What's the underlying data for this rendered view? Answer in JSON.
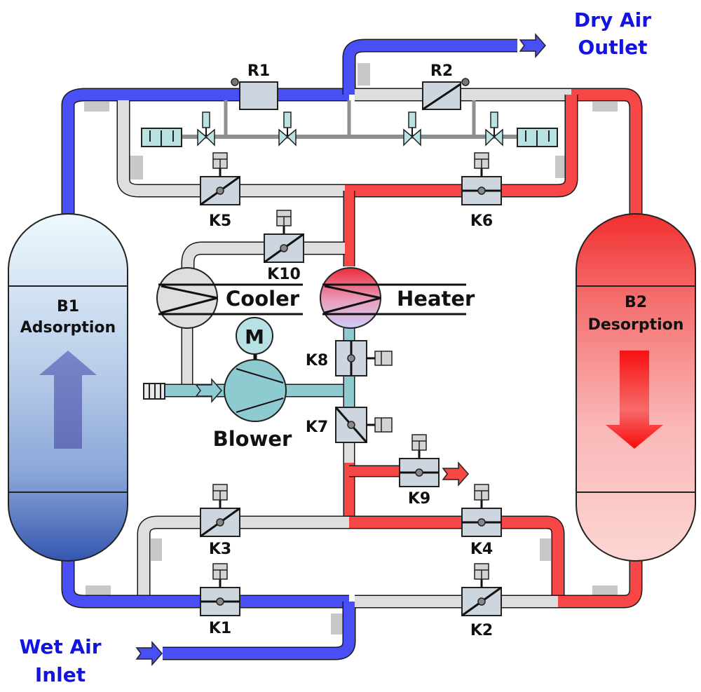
{
  "title": "Twin-tower desiccant air dryer process diagram",
  "io": {
    "outlet": {
      "line1": "Dry Air",
      "line2": "Outlet"
    },
    "inlet": {
      "line1": "Wet Air",
      "line2": "Inlet"
    }
  },
  "vessels": [
    {
      "id": "B1",
      "name": "B1",
      "state": "Adsorption",
      "flow": "up"
    },
    {
      "id": "B2",
      "name": "B2",
      "state": "Desorption",
      "flow": "down"
    }
  ],
  "equipment": {
    "cooler": "Cooler",
    "heater": "Heater",
    "blower": "Blower",
    "motor": "M"
  },
  "regulators": [
    "R1",
    "R2"
  ],
  "valves": [
    {
      "id": "K1",
      "state": "open"
    },
    {
      "id": "K2",
      "state": "closed"
    },
    {
      "id": "K3",
      "state": "closed"
    },
    {
      "id": "K4",
      "state": "open"
    },
    {
      "id": "K5",
      "state": "closed"
    },
    {
      "id": "K6",
      "state": "open"
    },
    {
      "id": "K7",
      "state": "closed"
    },
    {
      "id": "K8",
      "state": "open"
    },
    {
      "id": "K9",
      "state": "open"
    },
    {
      "id": "K10",
      "state": "closed"
    }
  ],
  "colors": {
    "dry_wet_air": "#4a4ff5",
    "hot_air": "#f64646",
    "idle_pipe": "#dedede",
    "blower_air": "#8ecbd0",
    "text_blue": "#1414e0",
    "valve_body": "#cdd5df"
  }
}
